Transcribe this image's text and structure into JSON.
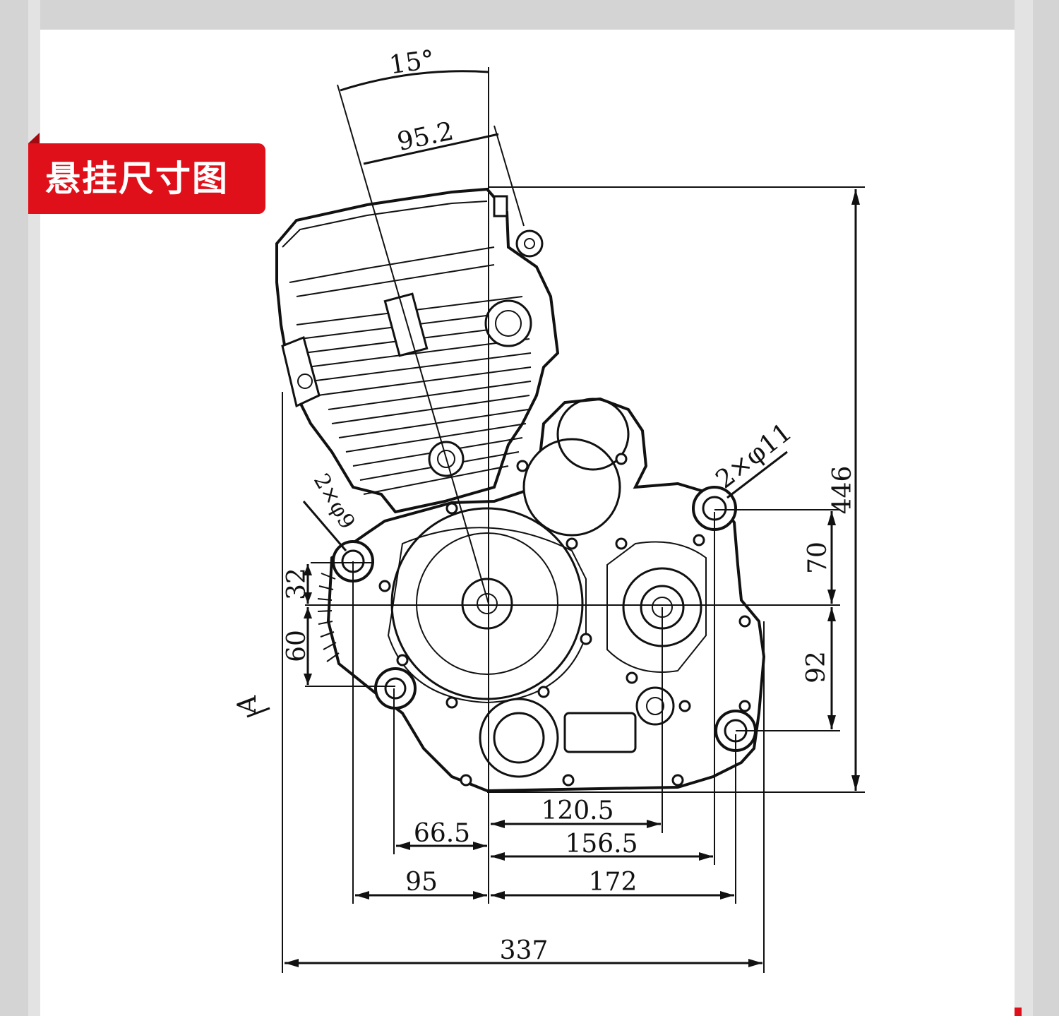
{
  "title": "悬挂尺寸图",
  "colors": {
    "accent": "#e0101a",
    "background": "#d4d4d4",
    "panel": "#ffffff",
    "line": "#111111"
  },
  "dimensions": {
    "angle": "15°",
    "head_offset": "95.2",
    "height": "446",
    "upper_vertical": "70",
    "lower_vertical": "92",
    "left_upper": "32",
    "left_lower": "60",
    "mount_right": "2×φ11",
    "mount_left": "2×φ9",
    "view_label": "A",
    "h_120_5": "120.5",
    "h_66_5": "66.5",
    "h_156_5": "156.5",
    "h_95": "95",
    "h_172": "172",
    "overall_width": "337"
  }
}
